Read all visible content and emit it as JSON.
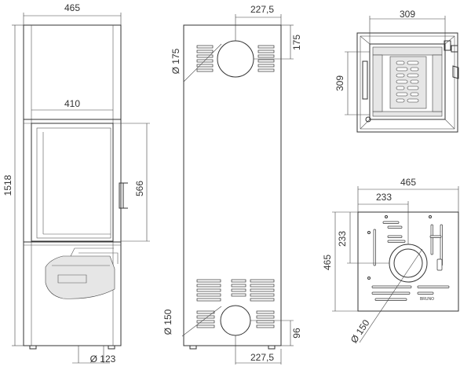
{
  "front_view": {
    "width_top": "465",
    "width_inner": "410",
    "height_total": "1518",
    "door_height": "566",
    "outlet_dia": "Ø 123"
  },
  "side_view": {
    "top_offset": "227,5",
    "top_outlet_dia": "Ø 175",
    "top_distance": "175",
    "bottom_outlet_dia": "Ø 150",
    "bottom_offset": "227,5",
    "bottom_distance": "96"
  },
  "top_view": {
    "width": "309",
    "depth": "309"
  },
  "base_view": {
    "width": "465",
    "offset_x": "233",
    "offset_y": "233",
    "depth": "465",
    "outlet_dia": "Ø 150",
    "brand": "BRUNO"
  }
}
